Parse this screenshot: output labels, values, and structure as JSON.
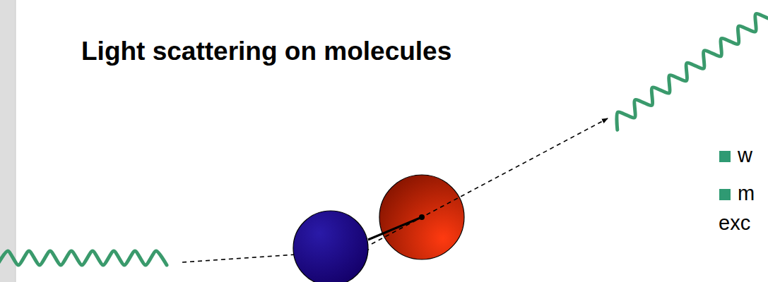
{
  "diagram": {
    "title": "Light scattering on molecules",
    "labels": [
      "w",
      "m",
      "exc"
    ]
  }
}
